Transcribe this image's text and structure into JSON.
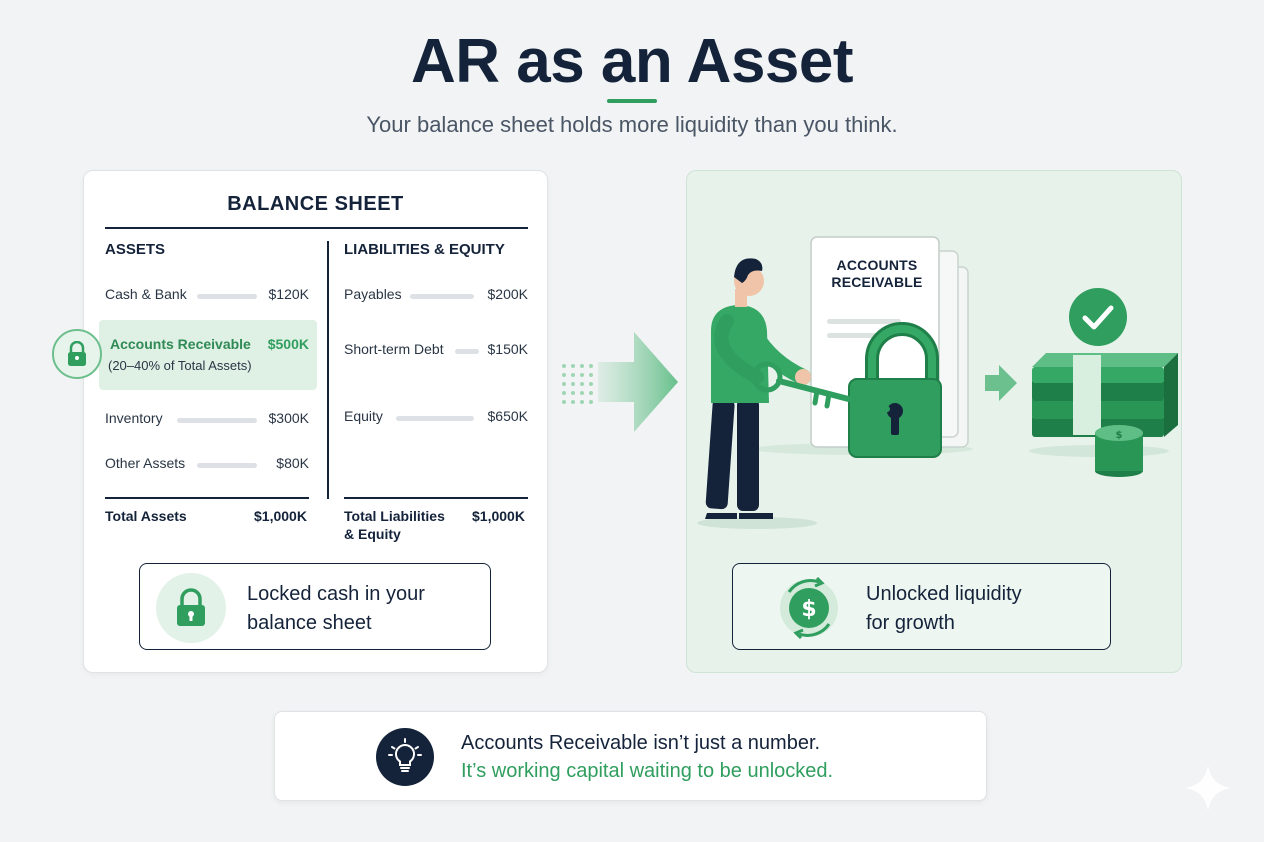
{
  "header": {
    "title": "AR as an Asset",
    "subtitle": "Your balance sheet holds more liquidity than you think."
  },
  "balance_sheet": {
    "title": "BALANCE SHEET",
    "assets": {
      "heading": "ASSETS",
      "rows": [
        {
          "label": "Cash & Bank",
          "value": "$120K"
        },
        {
          "label": "Accounts Receivable",
          "value": "$500K",
          "note": "(20–40% of Total Assets)"
        },
        {
          "label": "Inventory",
          "value": "$300K"
        },
        {
          "label": "Other Assets",
          "value": "$80K"
        }
      ],
      "total_label": "Total Assets",
      "total_value": "$1,000K"
    },
    "liabilities": {
      "heading": "LIABILITIES & EQUITY",
      "rows": [
        {
          "label": "Payables",
          "value": "$200K"
        },
        {
          "label": "Short-term Debt",
          "value": "$150K"
        },
        {
          "label": "Equity",
          "value": "$650K"
        }
      ],
      "total_label_line1": "Total Liabilities",
      "total_label_line2": "& Equity",
      "total_value": "$1,000K"
    },
    "callout": {
      "line1": "Locked cash in your",
      "line2": "balance sheet",
      "icon": "padlock-icon"
    }
  },
  "illustration": {
    "document_label_line1": "ACCOUNTS",
    "document_label_line2": "RECEIVABLE",
    "callout": {
      "line1": "Unlocked liquidity",
      "line2": "for growth",
      "icon": "dollar-cycle-icon"
    }
  },
  "footer": {
    "line1": "Accounts Receivable isn’t just a number.",
    "line2": "It’s working capital waiting to be unlocked.",
    "icon": "lightbulb-icon"
  },
  "colors": {
    "navy": "#14233a",
    "green": "#2f9e5e",
    "light_green": "#e6f2ea"
  }
}
